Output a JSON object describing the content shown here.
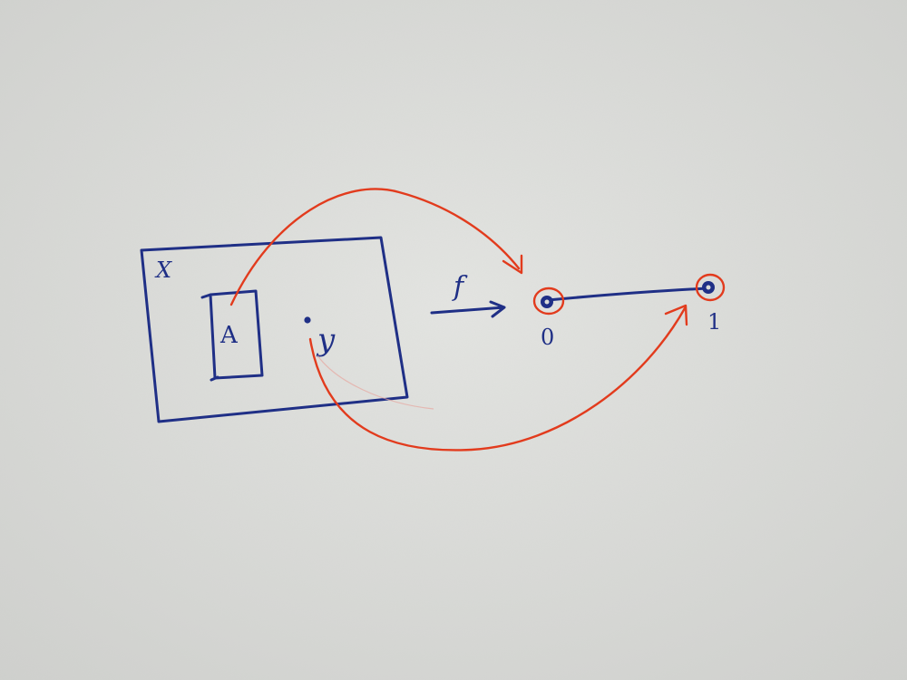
{
  "diagram": {
    "set_label": "X",
    "subset_label": "A",
    "point_label": "y",
    "map_label": "f",
    "target_label_zero": "0",
    "target_label_one": "1"
  },
  "colors": {
    "paper": "#dadbd8",
    "blue_ink": "#1f2f86",
    "red_ink": "#e23b1d"
  }
}
